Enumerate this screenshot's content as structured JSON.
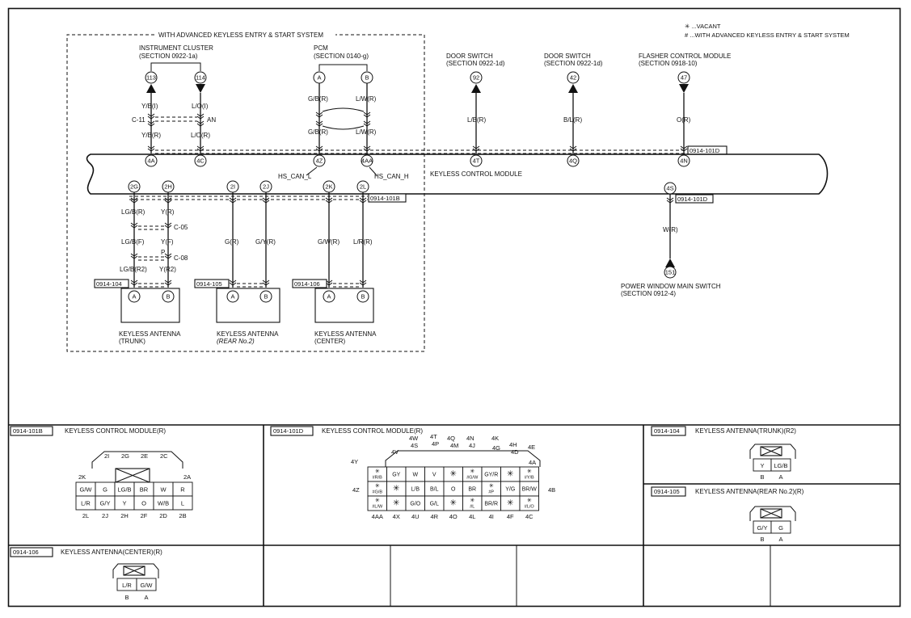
{
  "legend": {
    "vacant": "✳ ...VACANT",
    "advanced": "# ...WITH ADVANCED KEYLESS ENTRY & START SYSTEM"
  },
  "dashed_area": {
    "title": "WITH ADVANCED KEYLESS ENTRY & START SYSTEM"
  },
  "modules": {
    "instrument_cluster": {
      "name": "INSTRUMENT CLUSTER",
      "section": "(SECTION 0922-1a)"
    },
    "pcm": {
      "name": "PCM",
      "section": "(SECTION 0140-g)"
    },
    "door_switch_1": {
      "name": "DOOR SWITCH",
      "section": "(SECTION 0922-1d)"
    },
    "door_switch_2": {
      "name": "DOOR SWITCH",
      "section": "(SECTION 0922-1d)"
    },
    "flasher": {
      "name": "FLASHER CONTROL MODULE",
      "section": "(SECTION 0918-10)"
    },
    "kcm": {
      "name": "KEYLESS CONTROL MODULE"
    },
    "power_window": {
      "name": "POWER WINDOW MAIN SWITCH",
      "section": "(SECTION 0912-4)"
    }
  },
  "refs": {
    "r113": "113",
    "r114": "114",
    "r92": "92",
    "r42": "42",
    "r47": "47",
    "r151": "151",
    "pcmA": "A",
    "pcmB": "B"
  },
  "wires": {
    "w_a1": "Y/B(I)",
    "w_a2": "Y/B(R)",
    "w_b1": "L/O(I)",
    "w_b2": "L/O(R)",
    "w_c1": "G/B(R)",
    "w_c2": "G/B(R)",
    "w_d1": "L/W(R)",
    "w_d2": "L/W(R)",
    "w_e": "L/B(R)",
    "w_f": "B/L(R)",
    "w_g": "O(R)",
    "w_h": "W(R)",
    "w_2g1": "LG/B(R)",
    "w_2g2": "LG/B(F)",
    "w_2g3": "LG/B(R2)",
    "w_2h1": "Y(R)",
    "w_2h2": "Y(F)",
    "w_2h3": "Y(R2)",
    "w_2i": "G(R)",
    "w_2j": "G/Y(R)",
    "w_2k": "G/W(R)",
    "w_2l": "L/R(R)"
  },
  "connectors": {
    "c11": "C-11",
    "an": "AN",
    "c05": "C-05",
    "c08": "C-08",
    "p": "P"
  },
  "pins": {
    "p4A": "4A",
    "p4C": "4C",
    "p4Z": "4Z",
    "p4AA": "4AA",
    "p4T": "4T",
    "p4Q": "4Q",
    "p4N": "4N",
    "p4S": "4S",
    "p2G": "2G",
    "p2H": "2H",
    "p2I": "2I",
    "p2J": "2J",
    "p2K": "2K",
    "p2L": "2L"
  },
  "can": {
    "low": "HS_CAN_L",
    "high": "HS_CAN_H"
  },
  "codes": {
    "c101D_top": "0914-101D",
    "c101D_mid": "0914-101D",
    "c101B": "0914-101B",
    "c104": "0914-104",
    "c105": "0914-105",
    "c106": "0914-106"
  },
  "antennas": [
    {
      "name": "KEYLESS ANTENNA",
      "sub": "(TRUNK)",
      "pinA": "A",
      "pinB": "B"
    },
    {
      "name": "KEYLESS ANTENNA",
      "sub": "(REAR No.2)",
      "pinA": "A",
      "pinB": "B"
    },
    {
      "name": "KEYLESS ANTENNA",
      "sub": "(CENTER)",
      "pinA": "A",
      "pinB": "B"
    }
  ],
  "panels": {
    "p1": {
      "code": "0914-101B",
      "title": "KEYLESS CONTROL MODULE(R)",
      "top_labels": [
        "2I",
        "2G",
        "2E",
        "2C"
      ],
      "left_label": "2K",
      "right_label": "2A",
      "row1": [
        "G/W",
        "G",
        "LG/B",
        "BR",
        "W",
        "R"
      ],
      "row2": [
        "L/R",
        "G/Y",
        "Y",
        "O",
        "W/B",
        "L"
      ],
      "bottom_labels": [
        "2L",
        "2J",
        "2H",
        "2F",
        "2D",
        "2B"
      ]
    },
    "p2": {
      "code": "0914-101D",
      "title": "KEYLESS CONTROL MODULE(R)",
      "top_labels": [
        "4Y",
        "4W",
        "4V",
        "4S",
        "4T",
        "4P",
        "4Q",
        "4M",
        "4N",
        "4J",
        "4K",
        "4G",
        "4H",
        "4D",
        "4E",
        "4A"
      ],
      "left_label": "4Z",
      "right_label": "4B",
      "rows": [
        [
          "✳ #R/B",
          "GY",
          "W",
          "V",
          "✳",
          "✳ #G/W",
          "GY/R",
          "✳",
          "✳ #Y/B"
        ],
        [
          "✳ #G/B",
          "✳",
          "L/B",
          "B/L",
          "O",
          "BR",
          "✳ #P",
          "Y/G",
          "BR/W"
        ],
        [
          "✳ #L/W",
          "✳",
          "G/O",
          "G/L",
          "✳",
          "✳ #L",
          "BR/R",
          "✳",
          "✳ #L/O"
        ]
      ],
      "bottom_labels": [
        "4AA",
        "4X",
        "4U",
        "4R",
        "4O",
        "4L",
        "4I",
        "4F",
        "4C"
      ]
    },
    "p3": {
      "code": "0914-104",
      "title": "KEYLESS ANTENNA(TRUNK)(R2)",
      "cells": [
        "Y",
        "LG/B"
      ],
      "labels": [
        "B",
        "A"
      ]
    },
    "p4": {
      "code": "0914-105",
      "title": "KEYLESS ANTENNA(REAR No.2)(R)",
      "cells": [
        "G/Y",
        "G"
      ],
      "labels": [
        "B",
        "A"
      ]
    },
    "p5": {
      "code": "0914-106",
      "title": "KEYLESS ANTENNA(CENTER)(R)",
      "cells": [
        "L/R",
        "G/W"
      ],
      "labels": [
        "B",
        "A"
      ]
    }
  }
}
